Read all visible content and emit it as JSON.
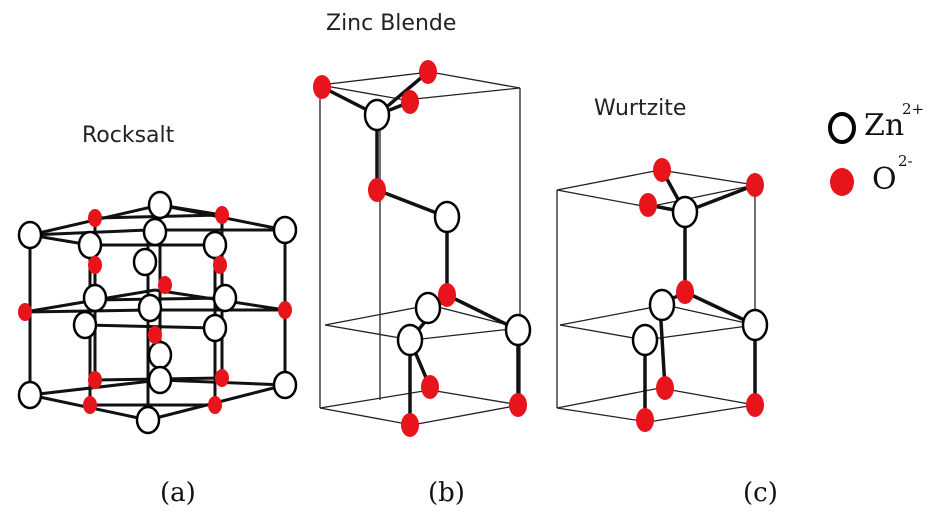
{
  "structures": [
    {
      "title": "Rocksalt",
      "caption": "(a)"
    },
    {
      "title": "Zinc Blende",
      "caption": "(b)"
    },
    {
      "title": "Wurtzite",
      "caption": "(c)"
    }
  ],
  "legend": {
    "zn": {
      "symbol": "Zn",
      "charge": "2+",
      "color": "#ffffff",
      "stroke": "#000000"
    },
    "o": {
      "symbol": "O",
      "charge": "2-",
      "color": "#e8141c"
    }
  },
  "colors": {
    "bond": "#111111",
    "edge": "#333333"
  }
}
